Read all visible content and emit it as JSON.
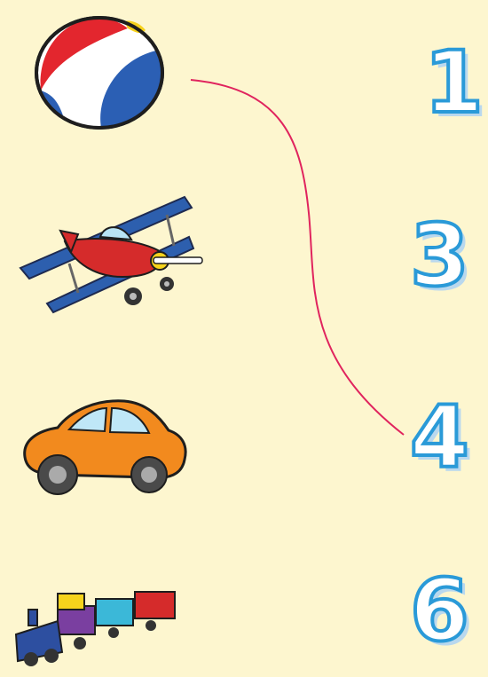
{
  "numbers": [
    {
      "text": "1"
    },
    {
      "text": "3"
    },
    {
      "text": "4"
    },
    {
      "text": "6"
    }
  ],
  "toys": [
    {
      "icon": "beach-ball-icon"
    },
    {
      "icon": "biplane-icon"
    },
    {
      "icon": "toy-car-icon"
    },
    {
      "icon": "toy-train-icon"
    }
  ],
  "colors": {
    "background": "#fdf6cf",
    "number_fill": "#ffffff",
    "number_outline": "#2a9ad8",
    "connector_line": "#e0245e"
  }
}
